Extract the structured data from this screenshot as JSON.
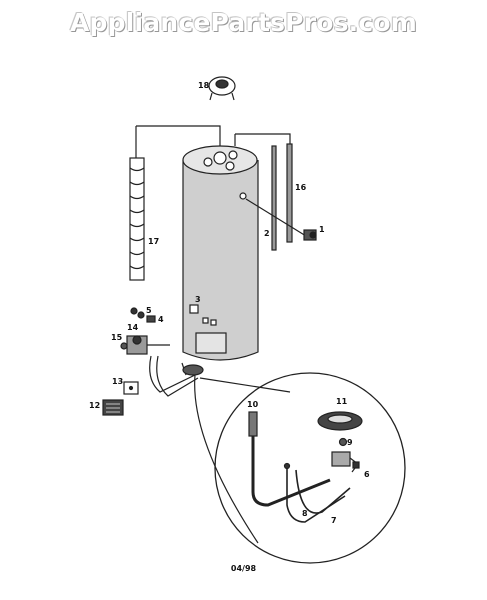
{
  "watermark": "AppliancePartsPros.com",
  "callouts": {
    "c1": "1",
    "c2": "2",
    "c3": "3",
    "c4": "4",
    "c5": "5",
    "c6": "6",
    "c7": "7",
    "c8": "8",
    "c9": "9",
    "c10": "10",
    "c11": "11",
    "c12": "12",
    "c13": "13",
    "c14": "14",
    "c15": "15",
    "c16": "16",
    "c17": "17",
    "c18": "18"
  },
  "date_code": "04/98"
}
